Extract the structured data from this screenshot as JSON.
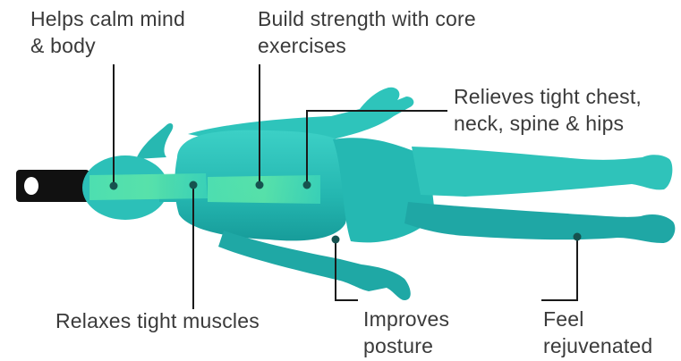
{
  "labels": {
    "calm": "Helps calm mind\n& body",
    "strength": "Build strength with core\nexercises",
    "relieves": "Relieves tight chest,\nneck, spine & hips",
    "muscles": "Relaxes tight muscles",
    "posture": "Improves\nposture",
    "rejuvenated": "Feel\nrejuvenated"
  },
  "colors": {
    "body_light": "#36c9c0",
    "body_mid": "#21b2ad",
    "body_dark": "#13908f",
    "roller_highlight": "#46d9a2",
    "device": "#111111",
    "line": "#1a1a1a",
    "text": "#3a3a3a"
  }
}
